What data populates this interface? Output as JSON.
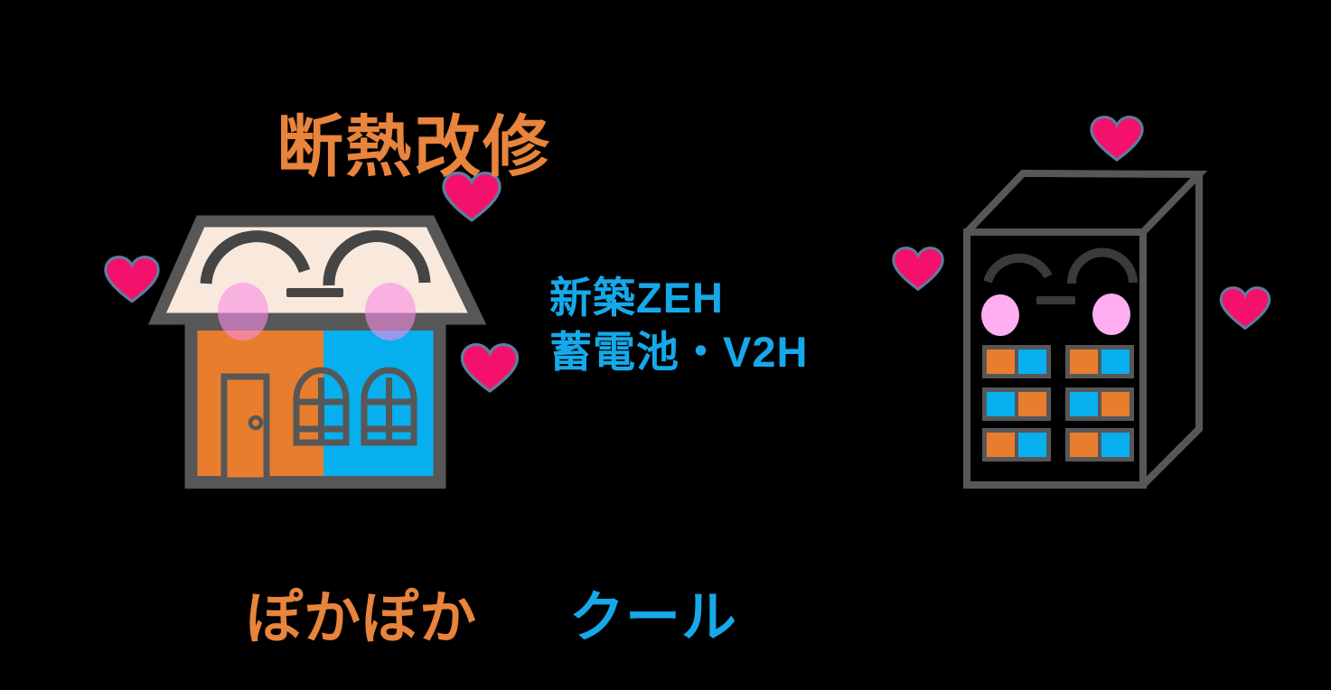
{
  "scene": {
    "description": "Illustration of a smiling half-orange half-blue house (insulation retrofit) and a smiling apartment building with orange and blue windows (new ZEH), surrounded by hearts",
    "labels": {
      "insulation_title": "断熱改修",
      "zeh_line1": "新築ZEH",
      "zeh_line2": "蓄電池・V2H",
      "warm": "ぽかぽか",
      "cool": "クール"
    },
    "colors": {
      "background": "#000000",
      "orange": "#E87D2E",
      "orange_text": "#E8843C",
      "blue": "#07AFEF",
      "blue_text": "#16A9EA",
      "outline": "#575757",
      "face": "#454545",
      "building_face": "#3A3A3A",
      "roof_cream": "#F9E9DC",
      "cheek_translucent": "rgba(246,140,228,0.6)",
      "cheek_solid": "#FFAEF2",
      "heart_fill": "#F4116B",
      "heart_stroke": "#5C7F9E"
    },
    "house_character": {
      "name": "house with smiling face",
      "left_half": "orange",
      "right_half": "blue",
      "features": [
        "trapezoid roof",
        "door with knob",
        "two arched windows",
        "closed happy eyes",
        "pink cheeks"
      ]
    },
    "building_character": {
      "name": "apartment building with smiling face",
      "window_pattern": [
        [
          "orange",
          "blue"
        ],
        [
          "blue",
          "orange"
        ],
        [
          "orange",
          "blue"
        ]
      ],
      "window_pairs_per_row": 2,
      "rows": 3
    },
    "hearts_count": 6
  }
}
